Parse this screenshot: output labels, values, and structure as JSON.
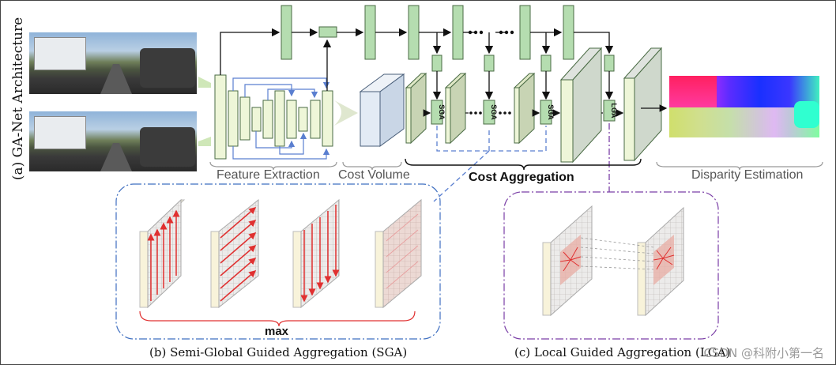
{
  "figure": {
    "architecture_title": "(a) GA-Net Architecture",
    "stages": {
      "feature_extraction": "Feature Extraction",
      "cost_volume": "Cost Volume",
      "cost_aggregation": "Cost Aggregation",
      "disparity_estimation": "Disparity Estimation"
    },
    "blocks": {
      "sga": "SGA",
      "lga": "LGA",
      "max": "max"
    },
    "captions": {
      "sga_panel": "(b) Semi-Global Guided Aggregation (SGA)",
      "lga_panel": "(c) Local Guided Aggregation (LGA)"
    },
    "watermark": "CSDN @科附小第一名"
  },
  "colors": {
    "block_fill": "#b5ddb0",
    "block_stroke": "#4a6b44",
    "feature_block_fill": "#eef6d8",
    "arrow_blue": "#5a7fd0",
    "arrow_red": "#e03030",
    "sga_frame": "#3f6fc0",
    "lga_frame": "#7a3ea6",
    "guide_line": "#9a9a9a"
  },
  "icons": [
    "road-scene-image",
    "disparity-map-image",
    "ellipsis-dots"
  ]
}
